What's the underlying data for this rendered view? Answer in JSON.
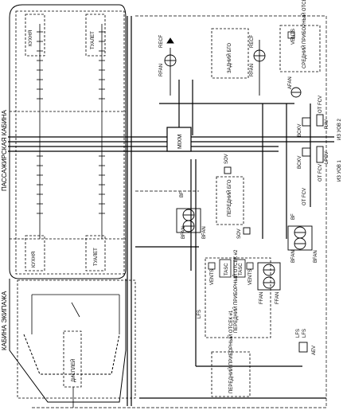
{
  "diagram": {
    "zones": {
      "passenger_cabin": "ПАССАЖИРСКАЯ КАБИНА",
      "cockpit": "КАБИНА ЭКИПАЖА"
    },
    "compartments": {
      "galley_top": "КУХНЯ",
      "toilet_top": "ТУАЛЕТ",
      "galley_bottom": "КУХНЯ",
      "toilet_bottom": "ТУАЛЕТ",
      "aft_cargo": "ЗАДНИЙ БГО",
      "mid_equipment": "СРЕДНИЙ ПРИБОРНЫЙ ОТСЕК",
      "fwd_cargo": "ПЕРЕДНИЙ БГО",
      "fwd_equipment_2": "ПЕРЕДНИЙ ПРИБОРНЫЙ ОТСЕК #2",
      "fwd_equipment_1": "ПЕРЕДНИЙ ПРИБОРНЫЙ ОТСЕК #1",
      "display": "ДИСПЛЕЙ"
    },
    "components": {
      "mixer": "MIXM",
      "rfan": "RFAN",
      "recf": "RECF",
      "rfan2": "RFAN",
      "recf2": "RECF",
      "afan": "AFAN",
      "vents_mid": "VENTS",
      "bfan_a": "BFAN",
      "bfan_b": "BFAN",
      "bf_a": "BF",
      "bfan_c": "BFAN",
      "bfan_d": "BFAN",
      "bf_b": "BF",
      "ffan_a": "FFAN",
      "ffan_b": "FFAN",
      "sov": "SOV",
      "sov2": "SOV",
      "vents_a": "VENTS",
      "vents_b": "VENTS",
      "tasc_a": "TASC",
      "tasc_b": "TASC",
      "lfs": "LFS",
      "lfs2": "LFS",
      "lfs3": "LFS",
      "aev": "AEV",
      "bckv_a": "BCKV",
      "bckv_b": "BCKV",
      "rav": "RAV",
      "lpcv": "LPCV",
      "from_fcv_a": "ОТ FCV",
      "from_fcv_b": "ОТ FCV",
      "from_fcv_c": "ОТ FCV",
      "from_uov_2": "ИЗ УОВ 2",
      "from_uov_1": "ИЗ УОВ 1"
    }
  }
}
